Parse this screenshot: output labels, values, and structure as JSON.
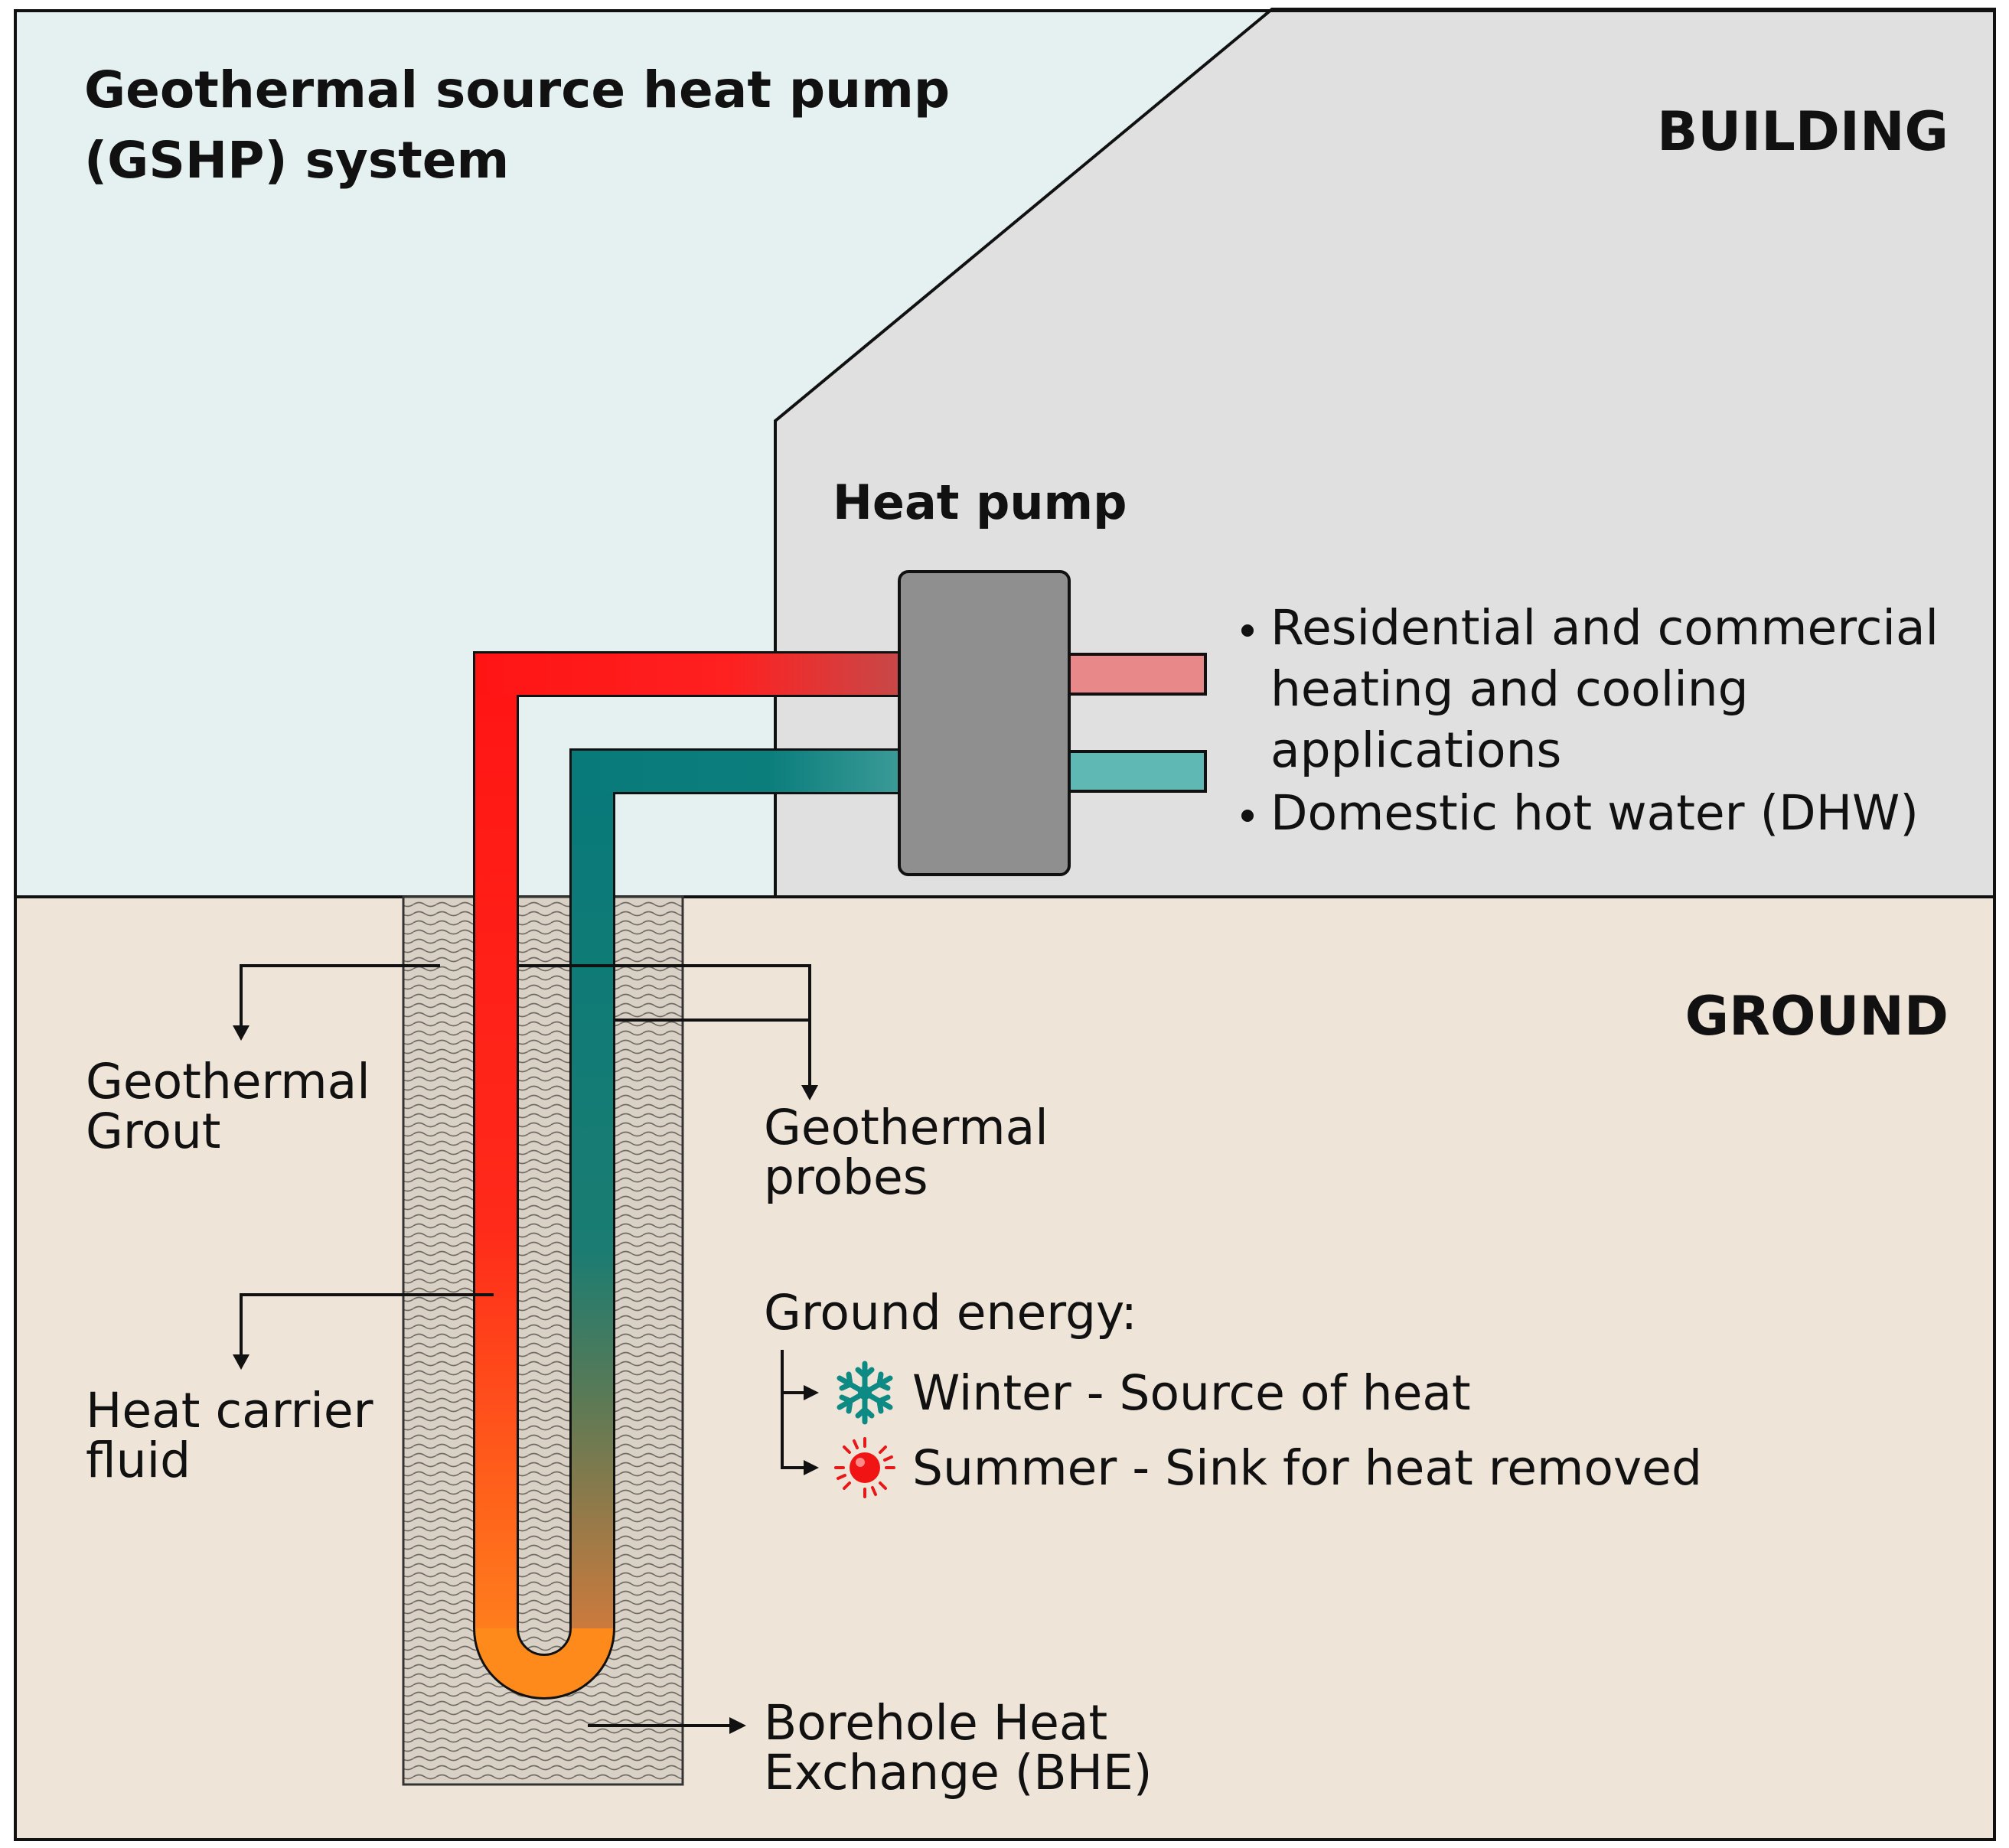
{
  "title": {
    "line1": "Geothermal source heat pump",
    "line2": "(GSHP) system"
  },
  "zones": {
    "building": "BUILDING",
    "ground": "GROUND"
  },
  "heat_pump": {
    "label": "Heat pump",
    "applications": [
      "Residential and commercial",
      "heating and cooling",
      "applications",
      "Domestic hot water (DHW)"
    ]
  },
  "callouts": {
    "grout": [
      "Geothermal",
      "Grout"
    ],
    "probes": [
      "Geothermal",
      "probes"
    ],
    "fluid": [
      "Heat carrier",
      "fluid"
    ],
    "bhe": [
      "Borehole Heat",
      "Exchange (BHE)"
    ]
  },
  "ground_energy": {
    "heading": "Ground energy:",
    "winter": "Winter - Source of heat",
    "summer": "Summer - Sink for heat removed"
  },
  "icons": {
    "winter": "snowflake-icon",
    "summer": "sun-icon"
  },
  "colors": {
    "sky": "#e5f0f0",
    "building": "#e0e0e0",
    "ground": "#efe4d8",
    "grout": "#d8d0c4",
    "hot_pipe": "#ff1a1a",
    "hot_pipe_bottom": "#ff8020",
    "cold_pipe": "#0d7c7c",
    "heat_pump_unit": "#8f8f8f",
    "hot_outlet": "#e88888",
    "cold_outlet": "#5fb8b4"
  }
}
